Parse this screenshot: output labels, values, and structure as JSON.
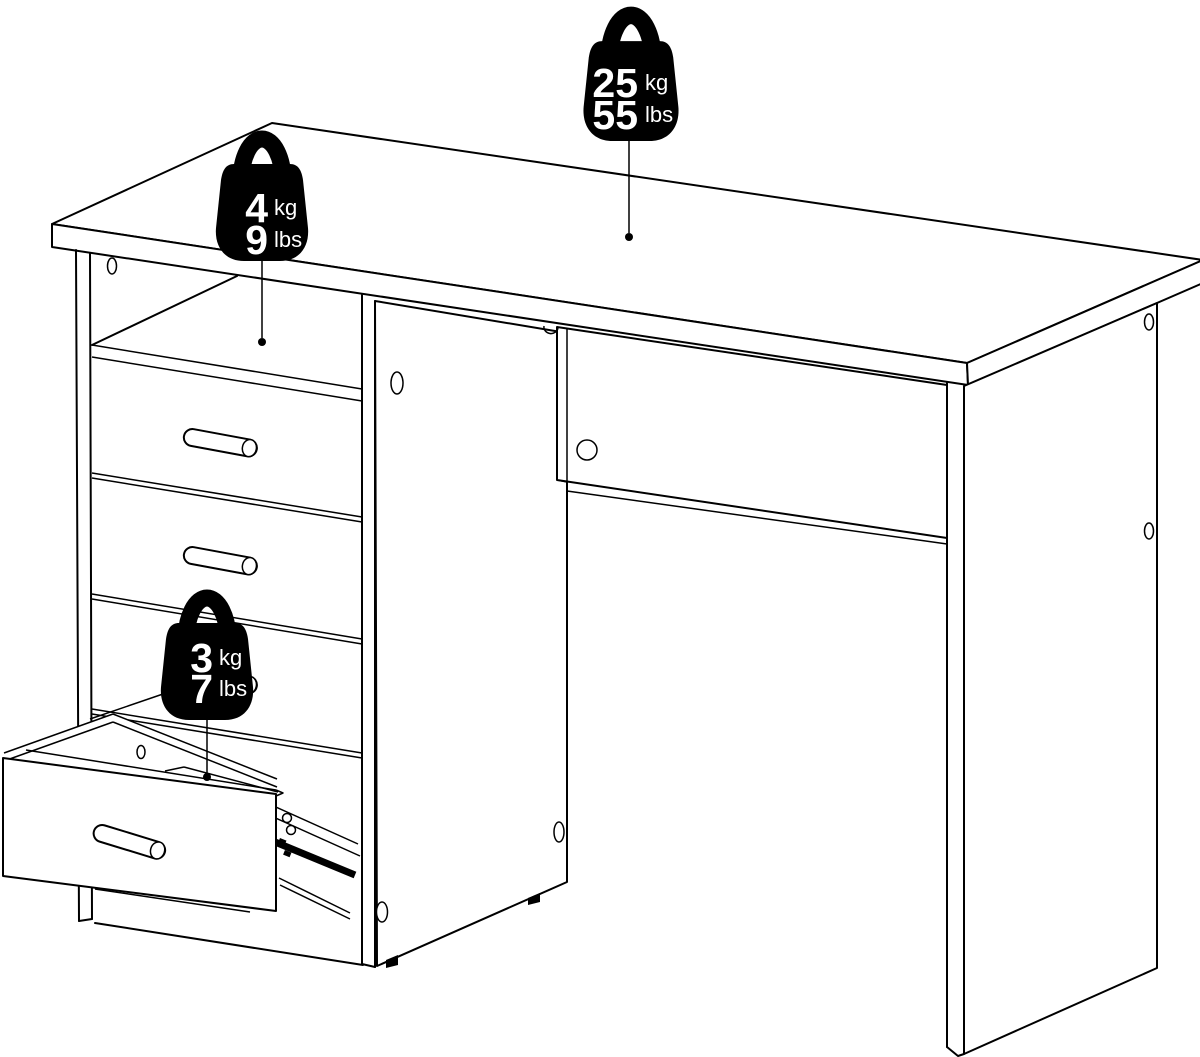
{
  "weights": [
    {
      "id": "desktop-load",
      "kg": "25",
      "kg_unit": "kg",
      "lbs": "55",
      "lbs_unit": "lbs"
    },
    {
      "id": "shelf-load",
      "kg": "4",
      "kg_unit": "kg",
      "lbs": "9",
      "lbs_unit": "lbs"
    },
    {
      "id": "drawer-load",
      "kg": "3",
      "kg_unit": "kg",
      "lbs": "7",
      "lbs_unit": "lbs"
    }
  ],
  "colors": {
    "line": "#000000",
    "background": "#ffffff",
    "weight_fill": "#000000",
    "weight_text": "#ffffff"
  }
}
